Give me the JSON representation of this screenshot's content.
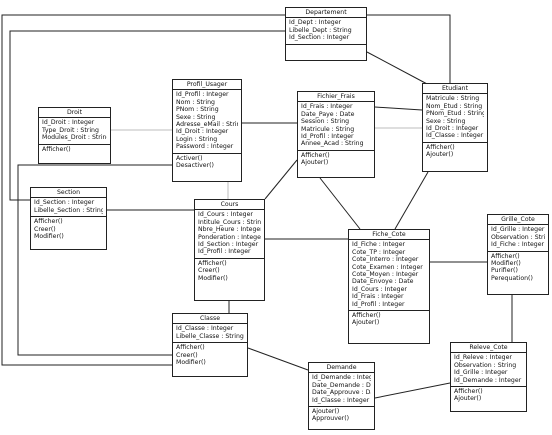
{
  "classes": {
    "departement": {
      "name": "Departement",
      "attributes": [
        "Id_Dept : Integer",
        "Libelle_Dept : String",
        "Id_Section : Integer"
      ],
      "operations": []
    },
    "droit": {
      "name": "Droit",
      "attributes": [
        "Id_Droit : Integer",
        "Type_Droit : String",
        "Modules_Droit : String"
      ],
      "operations": [
        "Afficher()"
      ]
    },
    "profil_usager": {
      "name": "Profil_Usager",
      "attributes": [
        "Id_Profil : Integer",
        "Nom : String",
        "PNom : String",
        "Sexe : String",
        "Adresse_eMail : String",
        "Id_Droit : Integer",
        "Login : String",
        "Password : Integer"
      ],
      "operations": [
        "Activer()",
        "Desactiver()"
      ]
    },
    "fichier_frais": {
      "name": "Fichier_Frais",
      "attributes": [
        "Id_Frais : Integer",
        "Date_Paye : Date",
        "Session : String",
        "Matricule : String",
        "Id_Profil : Integer",
        "Annee_Acad : String"
      ],
      "operations": [
        "Afficher()",
        "Ajouter()"
      ]
    },
    "etudiant": {
      "name": "Etudiant",
      "attributes": [
        "Matricule : String",
        "Nom_Etud : String",
        "PNom_Etud : String",
        "Sexe : String",
        "Id_Droit : Integer",
        "Id_Classe : Integer"
      ],
      "operations": [
        "Afficher()",
        "Ajouter()"
      ]
    },
    "section": {
      "name": "Section",
      "attributes": [
        "Id_Section : Integer",
        "Libelle_Section : String"
      ],
      "operations": [
        "Afficher()",
        "Creer()",
        "Modifier()"
      ]
    },
    "cours": {
      "name": "Cours",
      "attributes": [
        "Id_Cours : Integer",
        "Intitule_Cours : String",
        "Nbre_Heure : Integer",
        "Ponderation : Integer",
        "Id_Section : Integer",
        "Id_Profil : Integer"
      ],
      "operations": [
        "Afficher()",
        "Creer()",
        "Modifier()"
      ]
    },
    "fiche_cote": {
      "name": "Fiche_Cote",
      "attributes": [
        "Id_Fiche : Integer",
        "Cote_TP : Integer",
        "Cote_Interro : Integer",
        "Cote_Examen : Integer",
        "Cote_Moyen : Integer",
        "Date_Envoye : Date",
        "Id_Cours : Integer",
        "Id_Frais : Integer",
        "Id_Profil : Integer"
      ],
      "operations": [
        "Afficher()",
        "Ajouter()"
      ]
    },
    "grille_cote": {
      "name": "Grille_Cote",
      "attributes": [
        "Id_Grille : Integer",
        "Observation : String",
        "Id_Fiche : Integer"
      ],
      "operations": [
        "Afficher()",
        "Modifier()",
        "Purifier()",
        "Perequation()"
      ]
    },
    "classe": {
      "name": "Classe",
      "attributes": [
        "Id_Classe : Integer",
        "Libelle_Classe : String"
      ],
      "operations": [
        "Afficher()",
        "Creer()",
        "Modifier()"
      ]
    },
    "demande": {
      "name": "Demande",
      "attributes": [
        "Id_Demande : Integer",
        "Date_Demande : Date",
        "Date_Approuve : Date",
        "Id_Classe : Integer"
      ],
      "operations": [
        "Ajouter()",
        "Approuver()"
      ]
    },
    "releve_cote": {
      "name": "Releve_Cote",
      "attributes": [
        "Id_Releve : Integer",
        "Observation : String",
        "Id_Grille : Integer",
        "Id_Demande : Integer"
      ],
      "operations": [
        "Afficher()",
        "Ajouter()"
      ]
    }
  }
}
